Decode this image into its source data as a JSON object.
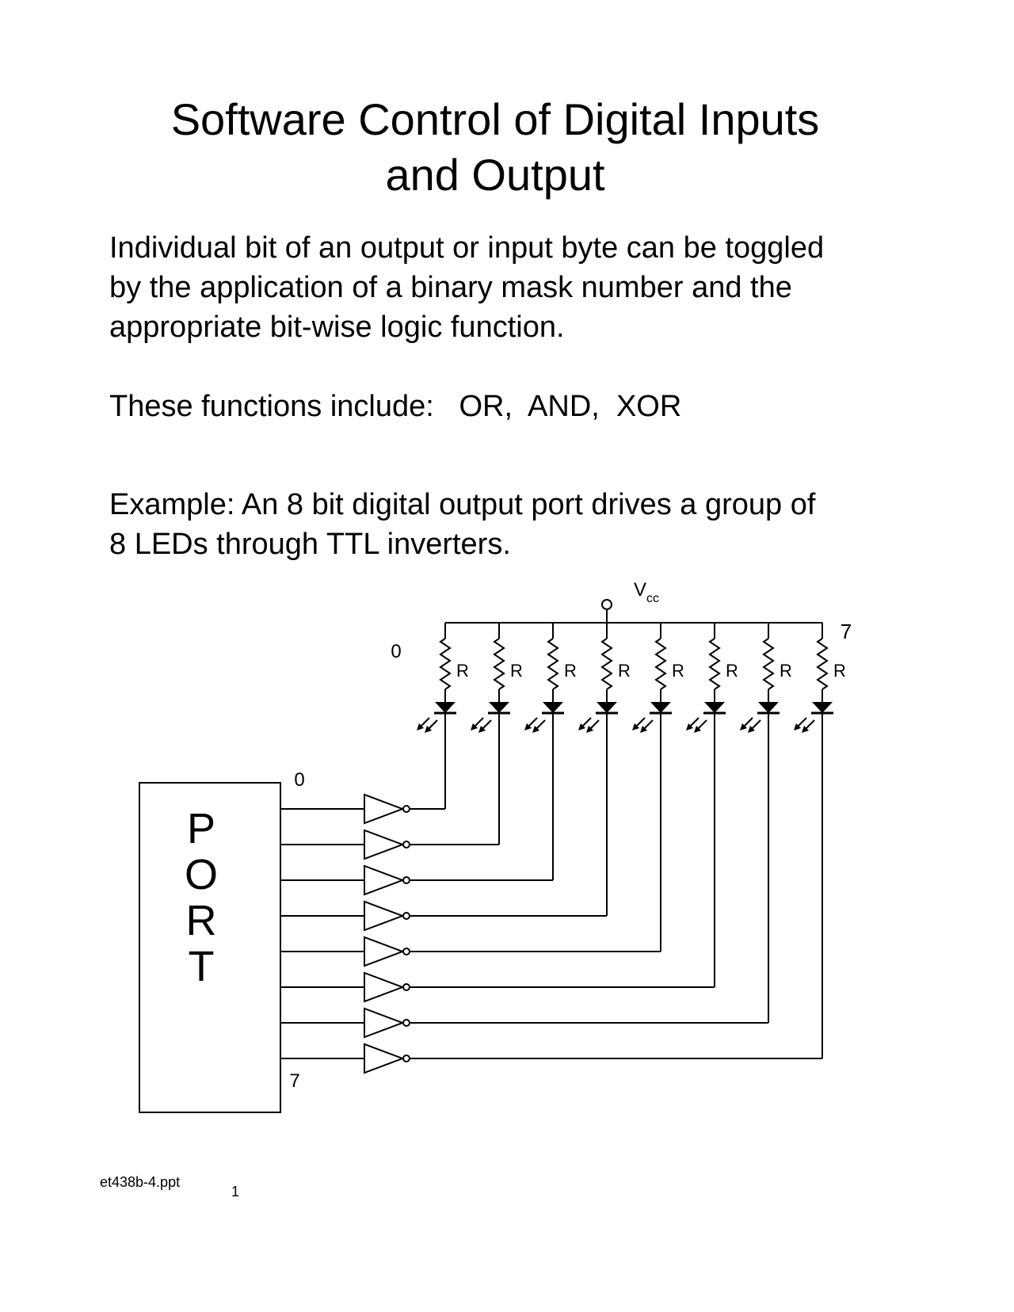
{
  "title": {
    "line1": "Software Control of Digital Inputs",
    "line2": "and Output"
  },
  "paragraph1": {
    "line1": "Individual bit of an output or input byte can be toggled",
    "line2": "by the application of a binary mask number and the",
    "line3": "appropriate bit-wise logic function."
  },
  "paragraph2": {
    "line1": "These functions include:   OR,  AND,  XOR"
  },
  "paragraph3": {
    "line1": "Example: An 8 bit digital output port drives a group of",
    "line2": "8 LEDs through TTL inverters."
  },
  "schematic": {
    "vcc_label": "V",
    "vcc_subscript": "cc",
    "resistor_label": "R",
    "led_bit_first": "0",
    "led_bit_last": "7",
    "port_bit_first": "0",
    "port_bit_last": "7",
    "port_letters": [
      "P",
      "O",
      "R",
      "T"
    ]
  },
  "footer": {
    "filename": "et438b-4.ppt",
    "page": "1"
  }
}
